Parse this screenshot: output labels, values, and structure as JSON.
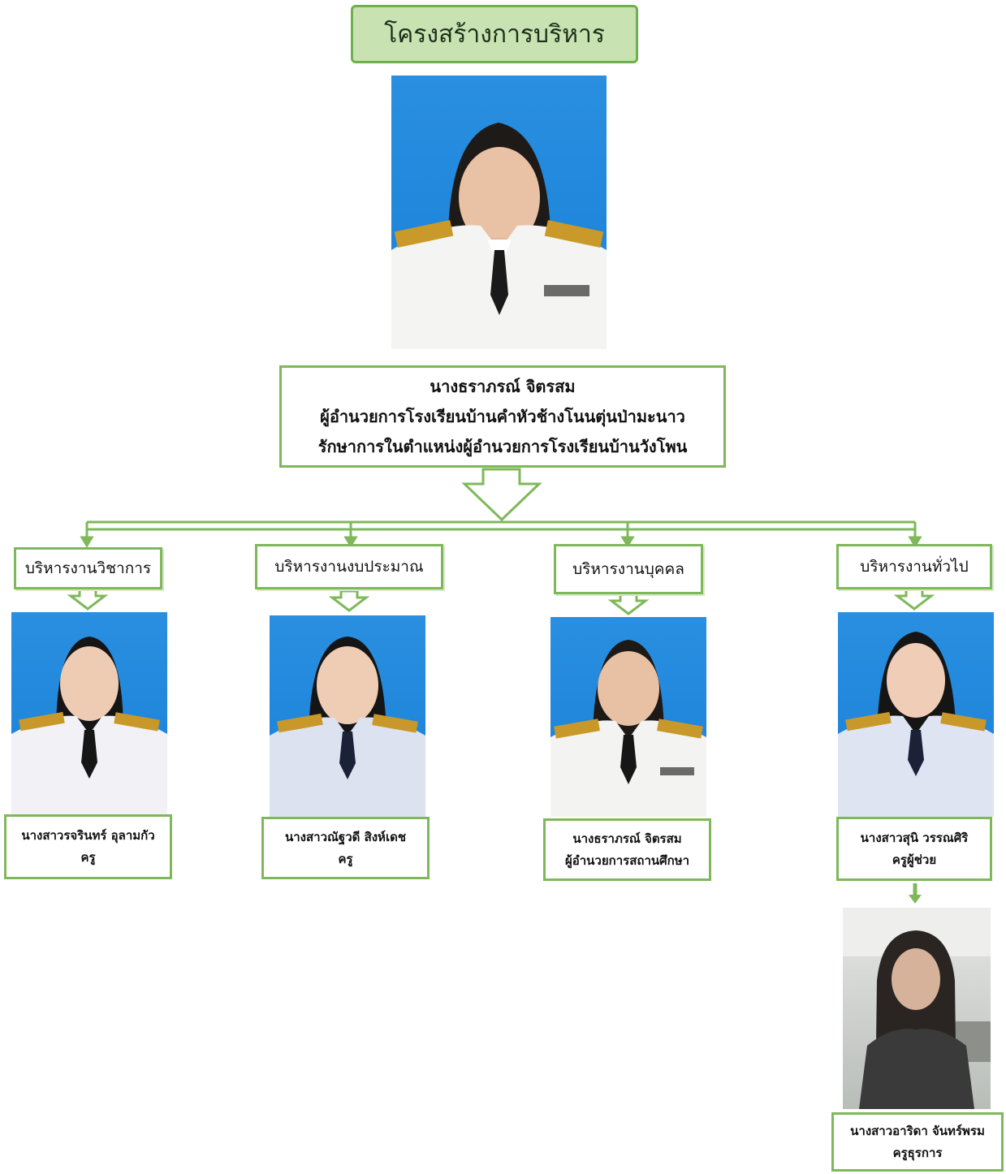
{
  "title": "โครงสร้างการบริหาร",
  "director": {
    "name": "นางธราภรณ์  จิตรสม",
    "position": "ผู้อำนวยการโรงเรียนบ้านคำหัวช้างโนนตุ่นป่ามะนาว",
    "acting": "รักษาการในตำแหน่งผู้อำนวยการโรงเรียนบ้านวังโพน"
  },
  "departments": [
    {
      "label": "บริหารงานวิชาการ",
      "person": "นางสาวรจรินทร์  อุลามกัว",
      "role": "ครู"
    },
    {
      "label": "บริหารงานงบประมาณ",
      "person": "นางสาวณัฐวดี  สิงห์เดช",
      "role": "ครู"
    },
    {
      "label": "บริหารงานบุคคล",
      "person": "นางธราภรณ์  จิตรสม",
      "role": "ผู้อำนวยการสถานศึกษา"
    },
    {
      "label": "บริหารงานทั่วไป",
      "person": "นางสาวสุนิ  วรรณศิริ",
      "role": "ครูผู้ช่วย"
    }
  ],
  "staff": {
    "person": "นางสาวอาริดา  จันทร์พรม",
    "role": "ครูธุรการ"
  },
  "colors": {
    "line_green": "#7fb85a",
    "title_fill": "#c8e2b2",
    "photo_blue": "#1f86db"
  }
}
